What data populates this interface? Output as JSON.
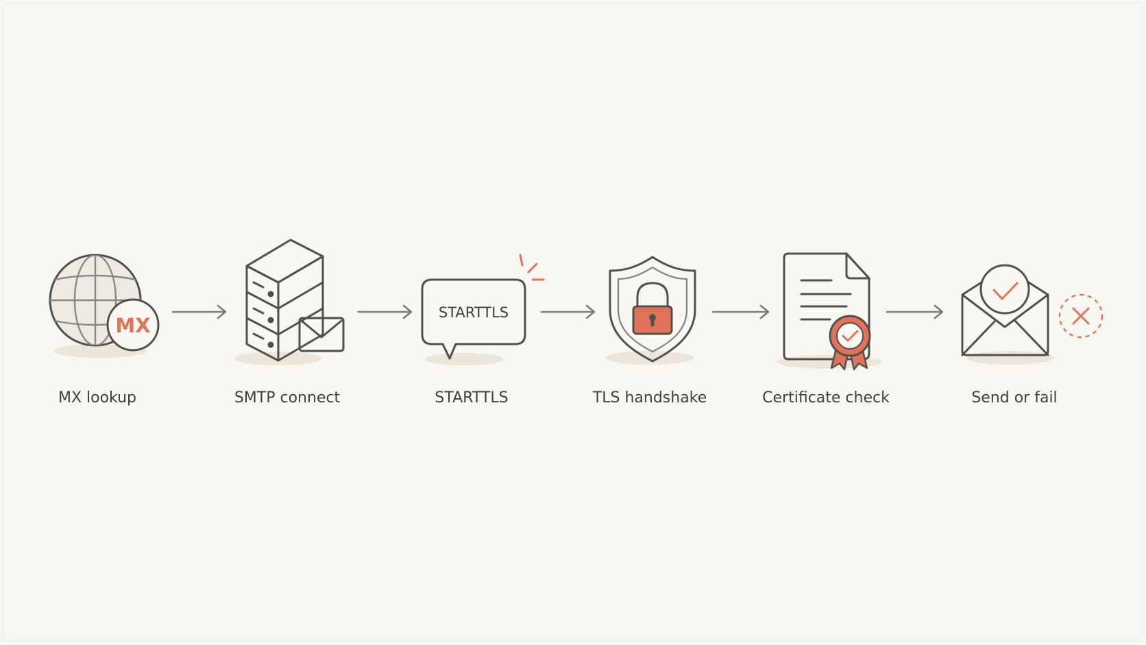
{
  "steps": [
    {
      "label": "MX lookup",
      "icon": "globe-mx-icon",
      "badge": "MX"
    },
    {
      "label": "SMTP connect",
      "icon": "server-envelope-icon"
    },
    {
      "label": "STARTTLS",
      "icon": "starttls-bubble-icon",
      "badge": "STARTTLS"
    },
    {
      "label": "TLS handshake",
      "icon": "shield-lock-icon"
    },
    {
      "label": "Certificate check",
      "icon": "certificate-icon"
    },
    {
      "label": "Send or fail",
      "icon": "envelope-check-fail-icon"
    }
  ],
  "colors": {
    "background": "#f9f7f2",
    "outline": "#4f4f4f",
    "accent": "#e0735a",
    "fill": "#efeae1"
  }
}
